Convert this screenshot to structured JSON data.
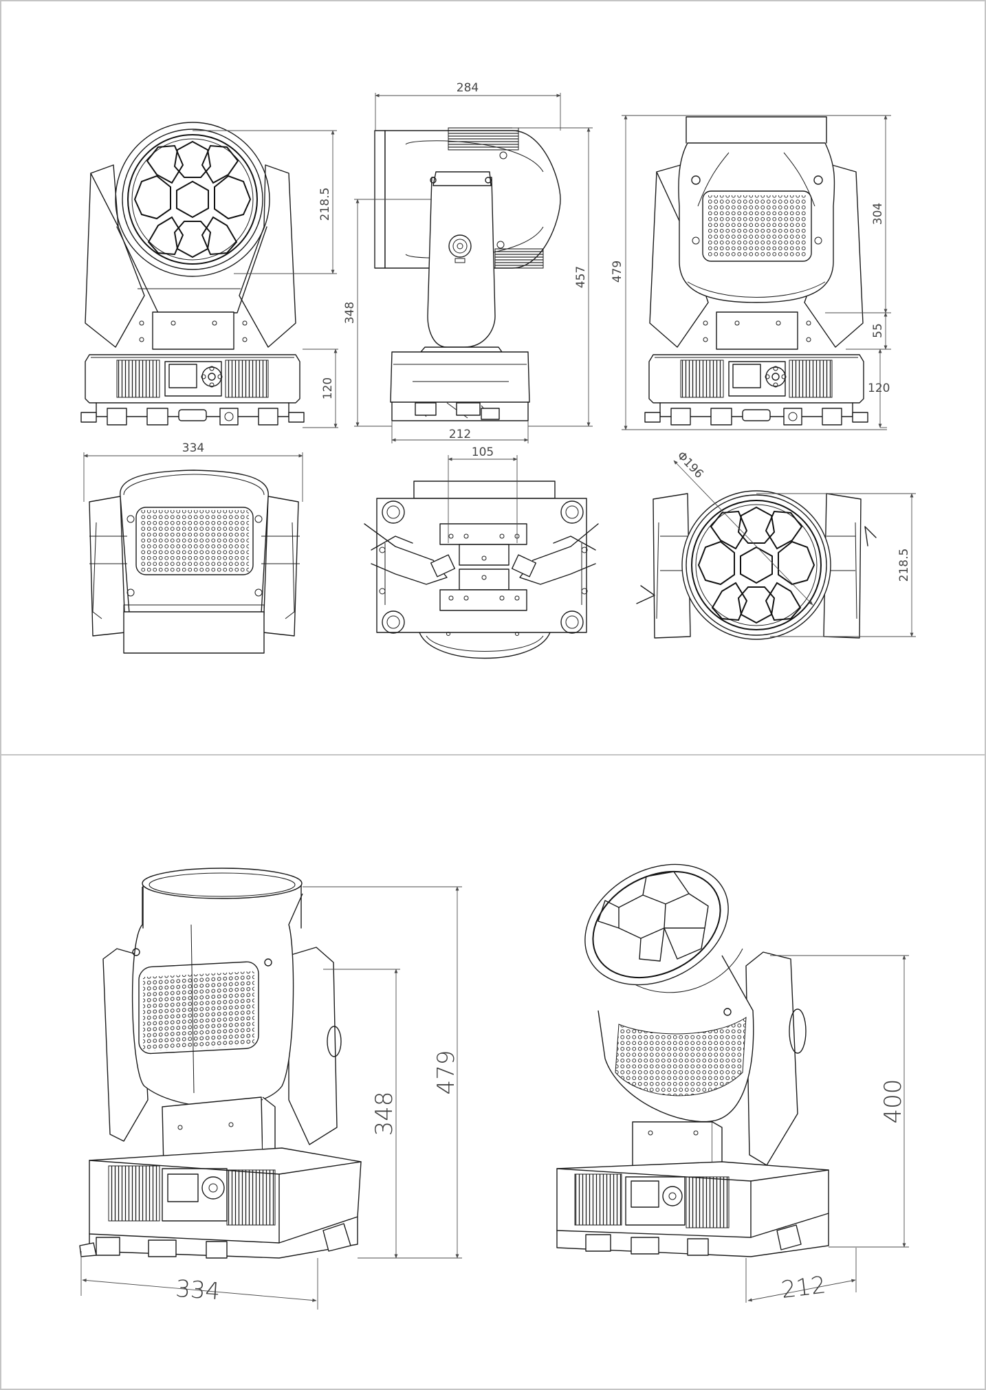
{
  "dimensions": {
    "front_lens_height": "218.5",
    "side_width": "284",
    "side_arm_height": "348",
    "side_total_height": "457",
    "side_base_width": "212",
    "back_total_height": "479",
    "back_head_height": "304",
    "back_gap": "55",
    "back_base_height": "120",
    "front_base_height": "120",
    "top_width": "334",
    "bottom_bracket_spacing": "105",
    "lens_diameter": "Φ196",
    "lens_top_height": "218.5",
    "iso_left_total": "479",
    "iso_left_arm": "348",
    "iso_left_width": "334",
    "iso_right_height": "400",
    "iso_right_width": "212"
  },
  "colors": {
    "line": "#1a1a1a",
    "dimension": "#4a4a4a",
    "frame": "#c4c4c4",
    "background": "#ffffff"
  }
}
